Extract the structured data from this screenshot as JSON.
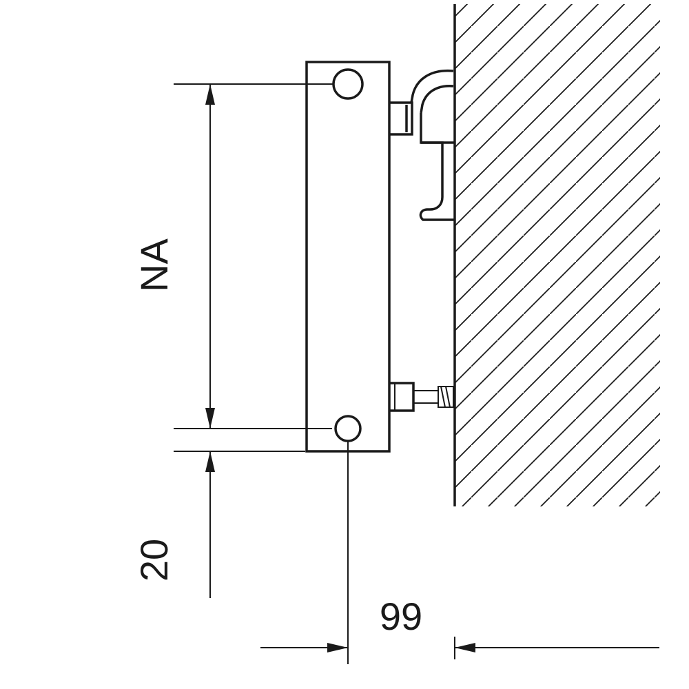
{
  "meta": {
    "title": "Radiator wall-mounting dimension drawing",
    "background_color": "#ffffff",
    "line_color": "#1a1a1a"
  },
  "diagram": {
    "type": "technical-drawing",
    "view": "side-view of panel radiator fixed to a hatched wall with top bracket and bottom connection valve",
    "labels": {
      "na": "NA",
      "bottom_offset": "20",
      "wall_distance": "99"
    }
  }
}
